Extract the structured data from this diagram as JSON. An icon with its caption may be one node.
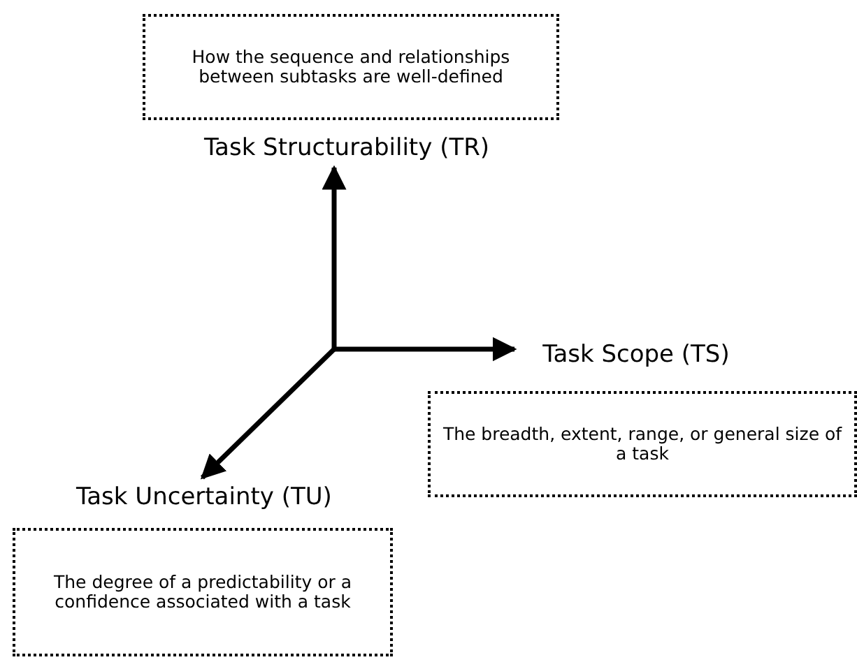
{
  "diagram": {
    "nodes": [
      {
        "text": [
          "How the sequence and relationships between subtasks are well-defined"
        ]
      },
      {
        "text": [
          "Task Structurability (TR)"
        ]
      },
      {
        "text": [
          "Task Scope (TS)"
        ]
      },
      {
        "text": [
          "The breadth, extent, range, or general size of a task"
        ]
      },
      {
        "text": [
          "Task Uncertainty (TU)"
        ]
      },
      {
        "text": [
          "The degree of a predictability or a confidence associated with a task"
        ]
      }
    ],
    "edges": [
      {
        "from": null,
        "to": 1,
        "arrow": "to"
      },
      {
        "from": null,
        "to": 2,
        "arrow": "to"
      },
      {
        "from": null,
        "to": 4,
        "arrow": "to"
      }
    ]
  }
}
